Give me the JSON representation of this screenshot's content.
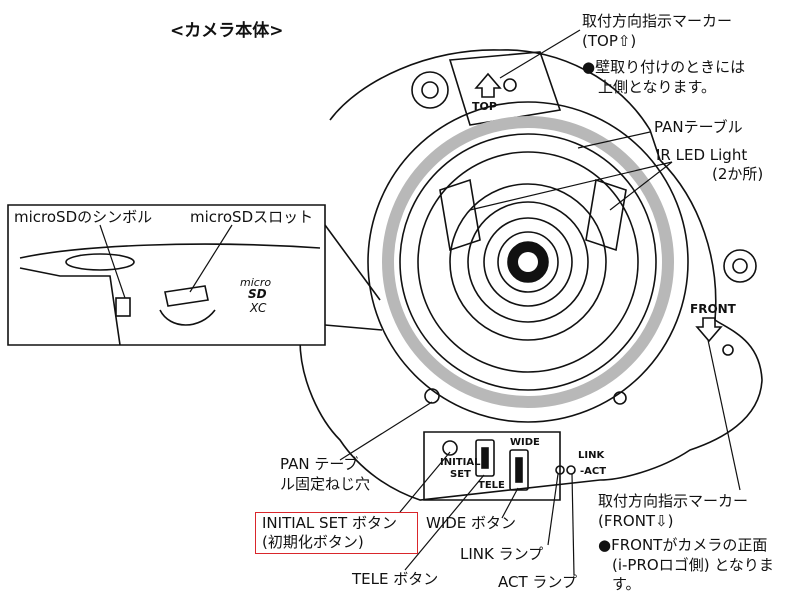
{
  "title": "<カメラ本体>",
  "labels": {
    "top_marker_1": "取付方向指示マーカー",
    "top_marker_2": "(TOP⇧)",
    "top_note_1": "●壁取り付けのときには",
    "top_note_2": "上側となります。",
    "pan_table": "PANテーブル",
    "ir_led_1": "IR LED Light",
    "ir_led_2": "(2か所)",
    "sd_symbol": "microSDのシンボル",
    "sd_slot": "microSDスロット",
    "pan_fix_1": "PAN テーブ",
    "pan_fix_2": "ル固定ねじ穴",
    "initial_set_1": "INITIAL SET ボタン",
    "initial_set_2": "(初期化ボタン)",
    "wide_button": "WIDE ボタン",
    "link_lamp": "LINK ランプ",
    "tele_button": "TELE ボタン",
    "act_lamp": "ACT ランプ",
    "front_marker_1": "取付方向指示マーカー",
    "front_marker_2": "(FRONT⇩)",
    "front_note_1": "●FRONTがカメラの正面",
    "front_note_2": "(i-PROロゴ側) となりま",
    "front_note_3": "す。"
  },
  "printed": {
    "top": "TOP",
    "front": "FRONT",
    "initial": "INITIAL",
    "set": "SET",
    "tele": "TELE",
    "wide": "WIDE",
    "link": "LINK",
    "act": "-ACT",
    "micro": "micro",
    "sd": "SD",
    "xc": "XC"
  },
  "colors": {
    "line": "#111111",
    "ring_gray": "#b8b8b8",
    "highlight_box": "#d9262b"
  }
}
